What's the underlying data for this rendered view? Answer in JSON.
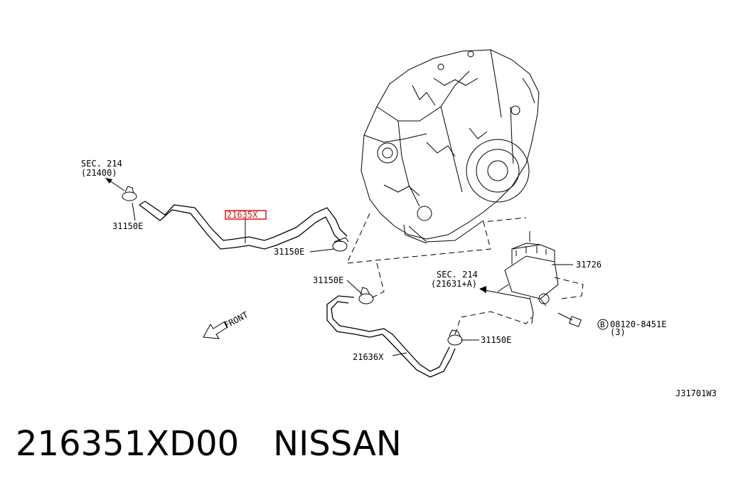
{
  "diagram": {
    "labels": {
      "sec_top": "SEC. 214",
      "sec_top_ref": "(21400)",
      "clamp_left": "31150E",
      "hose_upper": "21635X",
      "clamp_mid": "31150E",
      "clamp_lower_left": "31150E",
      "sec_mid": "SEC. 214",
      "sec_mid_ref": "(21631+A)",
      "cooler": "31726",
      "bolt_prefix": "B",
      "bolt": "08120-8451E",
      "bolt_qty": "(3)",
      "clamp_right": "31150E",
      "hose_lower": "21636X",
      "front": "FRONT",
      "diagram_code": "J31701W3"
    },
    "highlight_color": "#e01010"
  },
  "caption": {
    "part_number": "216351XD00",
    "brand": "NISSAN"
  }
}
